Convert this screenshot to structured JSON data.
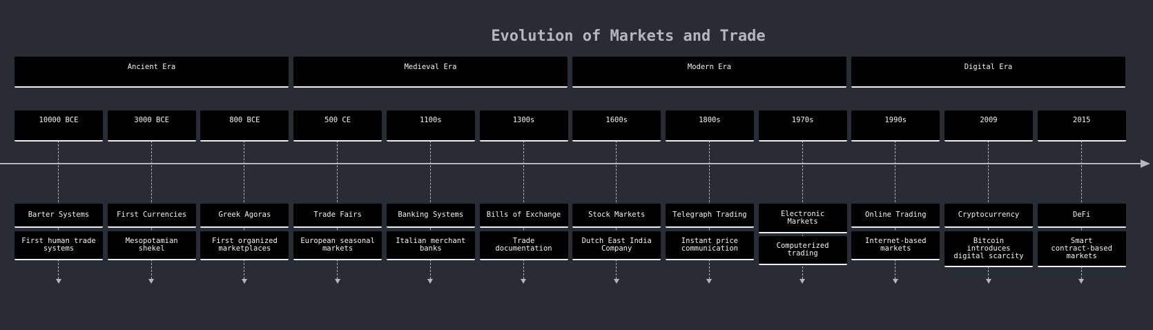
{
  "title": "Evolution of Markets and Trade",
  "sections": [
    "Ancient Era",
    "Medieval Era",
    "Modern Era",
    "Digital Era"
  ],
  "periods": [
    {
      "period": "10000 BCE",
      "event": "Barter Systems",
      "desc": "First human trade\nsystems"
    },
    {
      "period": "3000 BCE",
      "event": "First Currencies",
      "desc": "Mesopotamian\nshekel"
    },
    {
      "period": "800 BCE",
      "event": "Greek Agoras",
      "desc": "First organized\nmarketplaces"
    },
    {
      "period": "500 CE",
      "event": "Trade Fairs",
      "desc": "European seasonal\nmarkets"
    },
    {
      "period": "1100s",
      "event": "Banking Systems",
      "desc": "Italian merchant\nbanks"
    },
    {
      "period": "1300s",
      "event": "Bills of Exchange",
      "desc": "Trade\ndocumentation"
    },
    {
      "period": "1600s",
      "event": "Stock Markets",
      "desc": "Dutch East India\nCompany"
    },
    {
      "period": "1800s",
      "event": "Telegraph Trading",
      "desc": "Instant price\ncommunication"
    },
    {
      "period": "1970s",
      "event": "Electronic\nMarkets",
      "desc": "Computerized\ntrading"
    },
    {
      "period": "1990s",
      "event": "Online Trading",
      "desc": "Internet-based\nmarkets"
    },
    {
      "period": "2009",
      "event": "Cryptocurrency",
      "desc": "Bitcoin\nintroduces\ndigital scarcity"
    },
    {
      "period": "2015",
      "event": "DeFi",
      "desc": "Smart\ncontract-based\nmarkets"
    }
  ],
  "colors": {
    "background": "#282c34",
    "box": "#000000",
    "line": "#b4b7bf",
    "text": "#f4f4f4"
  }
}
